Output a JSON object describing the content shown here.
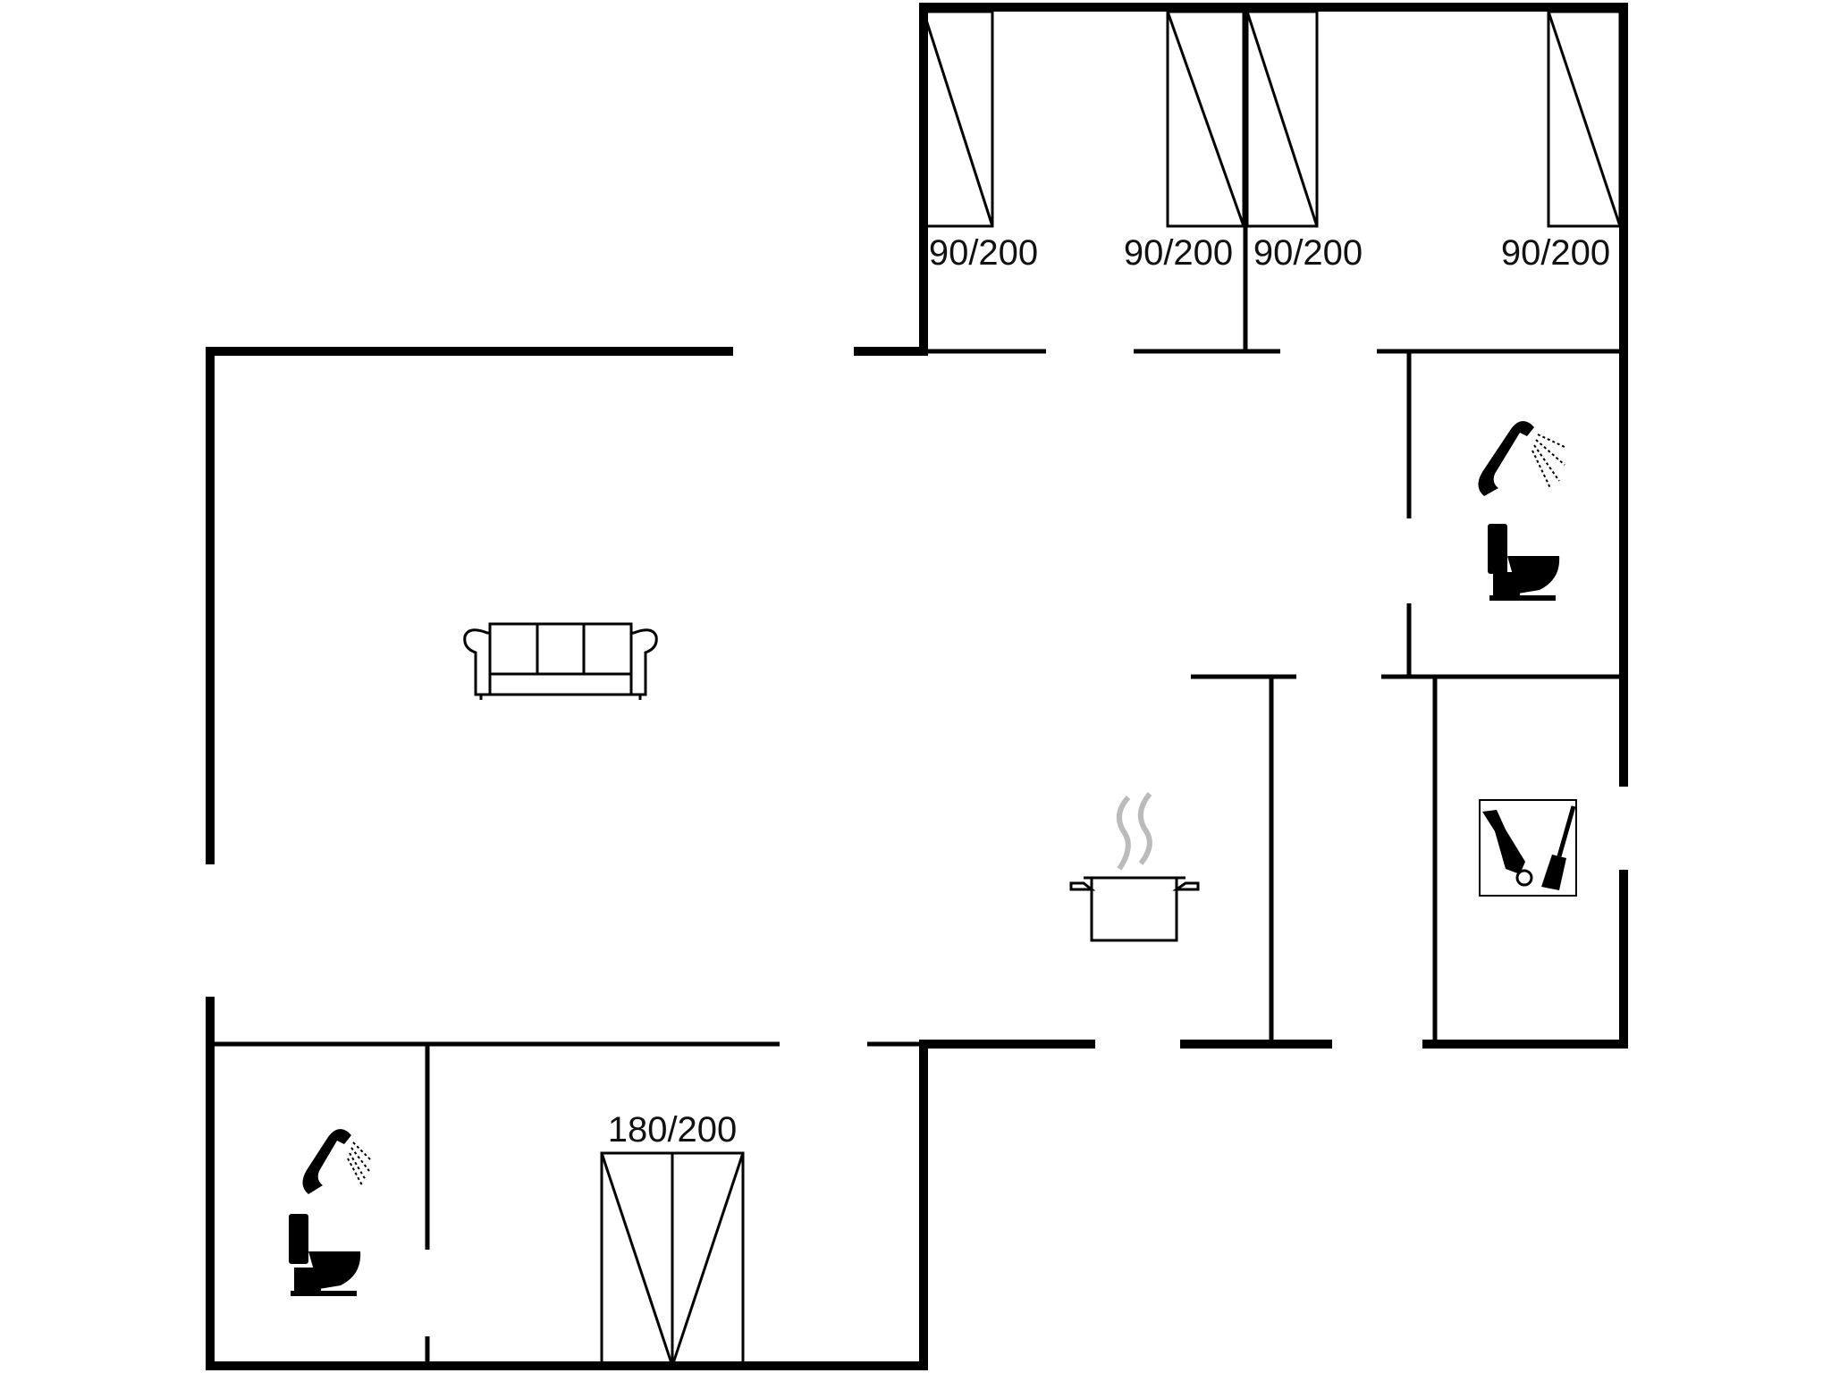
{
  "floorplan": {
    "bed_labels": {
      "single_1": "90/200",
      "single_2": "90/200",
      "single_3": "90/200",
      "single_4": "90/200",
      "double": "180/200"
    },
    "icons": {
      "sofa": "sofa-icon",
      "kitchen": "cooking-pot-icon",
      "shower": "shower-icon",
      "toilet": "toilet-icon",
      "utility": "utility-cleaning-icon"
    },
    "colors": {
      "wall": "#000000",
      "background": "#ffffff",
      "steam": "#bbbbbb"
    }
  }
}
